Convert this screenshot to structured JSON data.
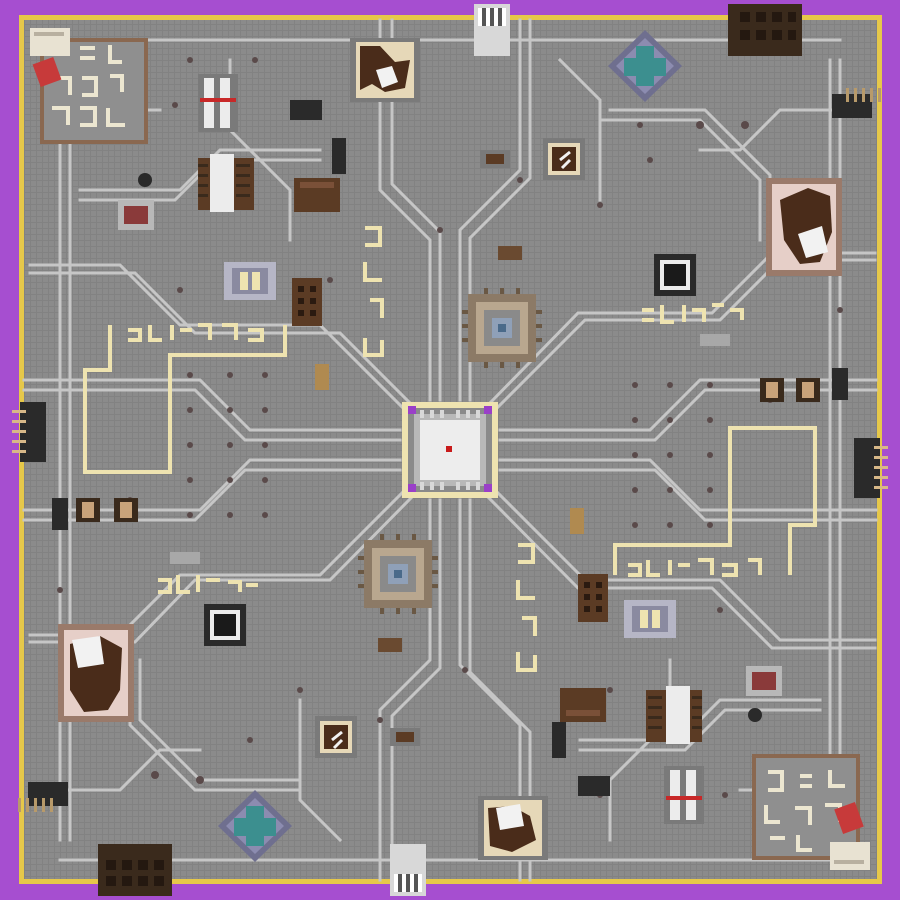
{
  "scene": {
    "description_label": "",
    "colors": {
      "frame": "#a64ed0",
      "border_gold": "#e6c84a",
      "board": "#8a8a8a",
      "trace": "#c4c4c4",
      "trace_dark": "#6f6f6f",
      "wire": "#eee3b0",
      "chip_dark": "#3a2a1c",
      "chip_brown": "#5b3b24",
      "chip_tan": "#c9a37a",
      "teal": "#3c8f8f",
      "cpu_white": "#ededed",
      "cpu_red": "#c81a1a",
      "cpu_purple": "#9a3fc8",
      "led_red": "#c82828"
    }
  },
  "glyph_groups": [
    {
      "name": "glyph-row-upper-left"
    },
    {
      "name": "glyph-row-upper-right"
    },
    {
      "name": "glyph-row-lower-left"
    },
    {
      "name": "glyph-row-lower-right"
    },
    {
      "name": "glyph-column-top-center"
    },
    {
      "name": "glyph-column-bottom-center"
    },
    {
      "name": "glyph-block-top-left-corner"
    },
    {
      "name": "glyph-block-bottom-right-corner"
    }
  ]
}
